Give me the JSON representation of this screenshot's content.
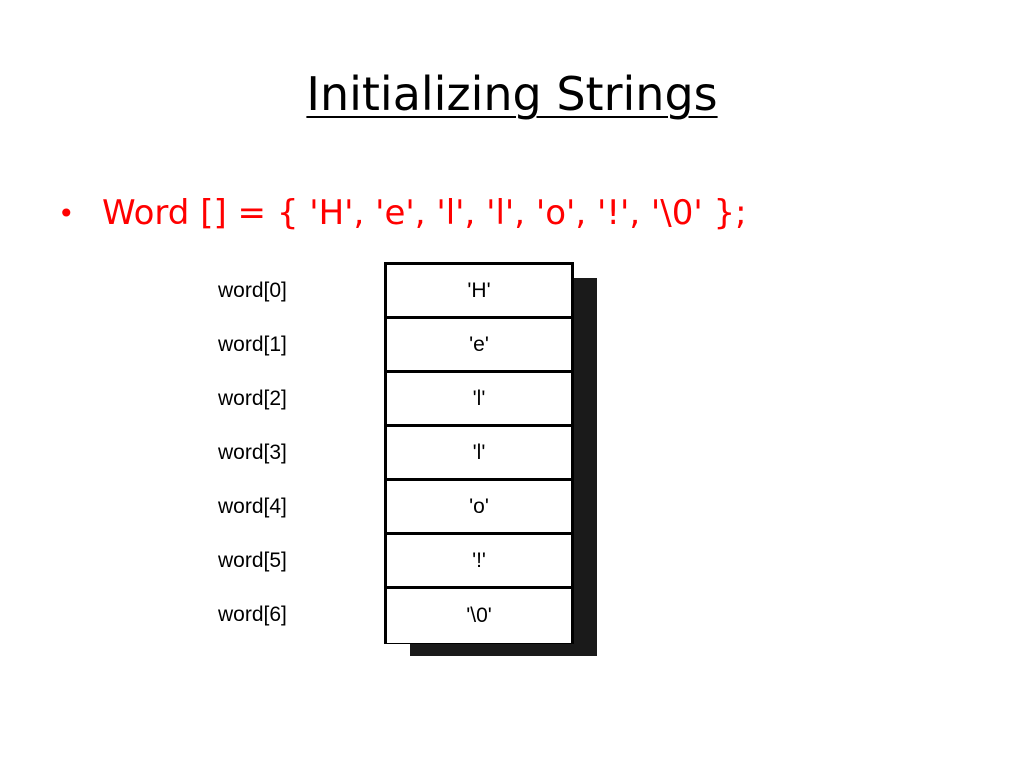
{
  "slide": {
    "title": "Initializing Strings",
    "bullet_text": "Word [] = { 'H', 'e', 'l', 'l', 'o', '!', '\\0' };",
    "bullet_symbol": "•",
    "bullet_color": "#ff0000"
  },
  "array_diagram": {
    "rows": [
      {
        "label": "word[0]",
        "value": "'H'"
      },
      {
        "label": "word[1]",
        "value": "'e'"
      },
      {
        "label": "word[2]",
        "value": "'l'"
      },
      {
        "label": "word[3]",
        "value": "'l'"
      },
      {
        "label": "word[4]",
        "value": "'o'"
      },
      {
        "label": "word[5]",
        "value": "'!'"
      },
      {
        "label": "word[6]",
        "value": "'\\0'"
      }
    ]
  }
}
